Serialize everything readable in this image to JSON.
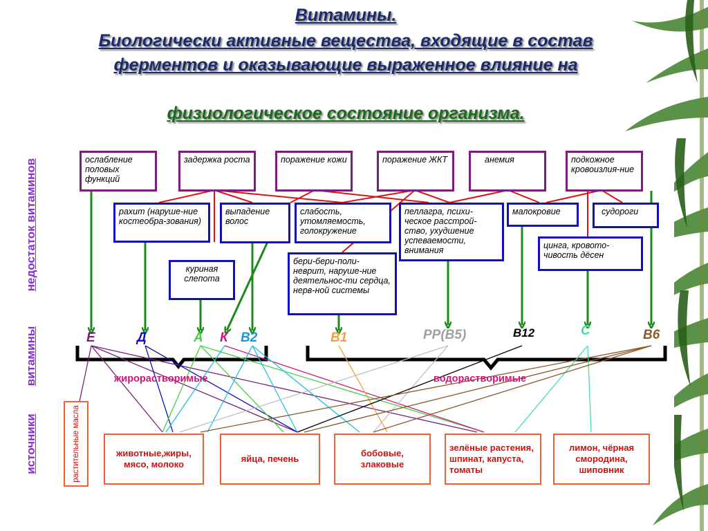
{
  "title": {
    "line1": "Витамины.",
    "line2": "Биологически активные вещества, входящие в состав",
    "line3": "ферментов и оказывающие выраженное влияние на",
    "line4": "физиологическое состояние организма."
  },
  "side_labels": {
    "deficiency": "недостаток витаминов",
    "vitamins": "витамины",
    "sources": "источники"
  },
  "deficiency_top": {
    "sexual": "ослабление половых функций",
    "growth": "задержка роста",
    "skin": "поражение кожи",
    "gi": "поражение ЖКТ",
    "anemia": "анемия",
    "hemorrhage": "подкожное кровоизлия-ние"
  },
  "deficiency_mid": {
    "rickets": "рахит (наруше-ние костеобра-зования)",
    "hairloss": "выпадение волос",
    "weakness": "слабость, утомляемость, голокружение",
    "pellagra": "пеллагра, психи-ческое расстрой-ство, ухудшение успеваемости, внимания",
    "malokrovie": "малокровие",
    "cramps": "судороги",
    "nightblind": "куриная слепота",
    "beriberi": "бери-бери-поли-неврит, наруше-ние деятельнос-ти сердца, нерв-ной системы",
    "scurvy": "цинга, кровото-чивость дёсен"
  },
  "vitamins": {
    "E": "Е",
    "D": "Д",
    "A": "А",
    "K": "К",
    "B2": "В2",
    "B1": "В1",
    "PP": "РР(В5)",
    "B12": "В12",
    "C": "С",
    "B6": "В6"
  },
  "groups": {
    "fat": "жирорастворимые",
    "water": "водорастворимые"
  },
  "sources": {
    "oils": "растительные масла",
    "animal": "животные,жиры, мясо, молоко",
    "eggs": "яйца, печень",
    "legumes": "бобовые, злаковые",
    "greens": "зелёные растения, шпинат, капуста, томаты",
    "lemon": "лимон, чёрная смородина, шиповник"
  },
  "colors": {
    "purple_box": "#7a1f7a",
    "blue_box": "#1010c0",
    "red_link": "#e01010",
    "green_arrow": "#1a8a1a",
    "source_border": "#f06030",
    "group_label": "#d0157a",
    "side_label": "#8a2be2"
  }
}
